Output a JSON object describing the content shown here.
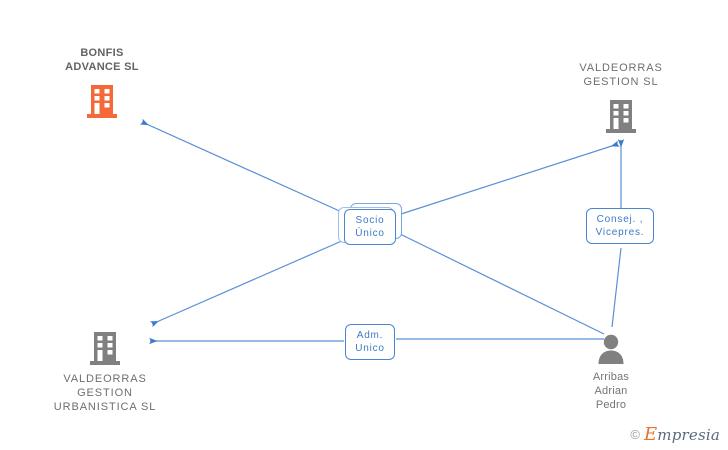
{
  "diagram": {
    "title": "Corporate relationship graph",
    "accent_color": "#4a86d0",
    "company_orange": "#f4683a",
    "company_gray": "#808080",
    "person_gray": "#808080",
    "label_text_color": "#3c7ac4"
  },
  "nodes": [
    {
      "id": "bonfis",
      "name": "BONFIS\nADVANCE SL",
      "icon": "building-icon",
      "icon_color": "#f4683a",
      "type": "company",
      "label_position": "top"
    },
    {
      "id": "valdeorras-gestion",
      "name": "VALDEORRAS\nGESTION SL",
      "icon": "building-icon",
      "icon_color": "#808080",
      "type": "company",
      "label_position": "top"
    },
    {
      "id": "valdeorras-urbanistica",
      "name": "VALDEORRAS\nGESTION\nURBANISTICA SL",
      "icon": "building-icon",
      "icon_color": "#808080",
      "type": "company",
      "label_position": "bottom"
    },
    {
      "id": "arribas",
      "name": "Arribas\nAdrian\nPedro",
      "icon": "person-icon",
      "icon_color": "#808080",
      "type": "person",
      "label_position": "bottom"
    }
  ],
  "relations": [
    {
      "id": "socio-unico",
      "label": "Socio\nÚnico",
      "stacked": true
    },
    {
      "id": "consej-vicepres",
      "label": "Consej. ,\nVicepres.",
      "stacked": false
    },
    {
      "id": "adm-unico",
      "label": "Adm.\nUnico",
      "stacked": false
    }
  ],
  "watermark": {
    "copyright": "©",
    "brand_initial": "E",
    "brand_rest": "mpresia"
  }
}
